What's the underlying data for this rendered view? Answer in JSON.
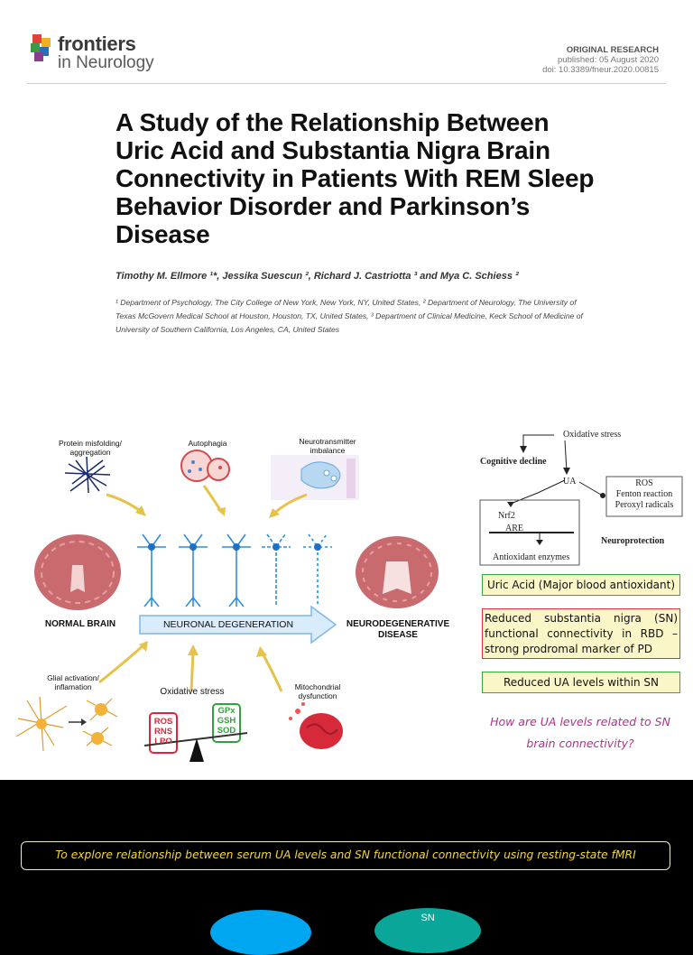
{
  "journal": {
    "brand": "frontiers",
    "section": "in Neurology",
    "article_type": "ORIGINAL RESEARCH",
    "published": "published: 05 August 2020",
    "doi": "doi: 10.3389/fneur.2020.00815"
  },
  "paper": {
    "title": "A Study of the Relationship Between Uric Acid and Substantia Nigra Brain Connectivity in Patients With REM Sleep Behavior Disorder and Parkinson’s Disease",
    "authors": "Timothy M. Ellmore ¹*, Jessika Suescun ², Richard J. Castriotta ³ and Mya C. Schiess ²",
    "affiliations": "¹ Department of Psychology, The City College of New York, New York, NY, United States, ² Department of Neurology, The University of Texas McGovern Medical School at Houston, Houston, TX, United States, ³ Department of Clinical Medicine, Keck School of Medicine of University of Southern California, Los Angeles, CA, United States"
  },
  "figure": {
    "protein": "Protein misfolding/ aggregation",
    "autophagy": "Autophagia",
    "neurotransmitter": "Neurotransmitter imbalance",
    "normal_brain": "NORMAL BRAIN",
    "degeneration": "NEURONAL DEGENERATION",
    "disease": "NEURODEGENERATIVE DISEASE",
    "glial": "Glial activation/ inflamation",
    "oxidative": "Oxidative stress",
    "mito": "Mitochondrial dysfunction",
    "ros": "ROS",
    "rns": "RNS",
    "lpo": "LPO",
    "gpx": "GPx",
    "gsh": "GSH",
    "sod": "SOD",
    "colors": {
      "brain": "#c86a6e",
      "neuron": "#2f8fd8",
      "arrow": "#9cc6ee",
      "yellow_arrow": "#e6c24a",
      "red": "#d62a3a",
      "green": "#2ea43a"
    }
  },
  "diagram": {
    "oxidative_stress": "Oxidative stress",
    "cognitive_decline": "Cognitive decline",
    "ua": "UA",
    "ros": "ROS",
    "fenton": "Fenton reaction",
    "peroxyl": "Peroxyl radicals",
    "nrf2": "Nrf2",
    "are": "ARE",
    "enzymes": "Antioxidant enzymes",
    "neuroprotection": "Neuroprotection"
  },
  "boxes": {
    "box1": "Uric Acid (Major blood antioxidant)",
    "box2": "Reduced substantia nigra (SN) functional connectivity in RBD – strong prodromal marker of PD",
    "box3": "Reduced UA levels within SN",
    "colors": {
      "green_border": "#3aa83a",
      "red_border": "#d63a3a",
      "fill": "#fbf6c8"
    }
  },
  "question": "How are UA levels related to SN brain connectivity?",
  "objective": "To explore relationship between serum UA levels and SN functional connectivity using resting-state fMRI",
  "bottom": {
    "oval2_label": "SN"
  }
}
